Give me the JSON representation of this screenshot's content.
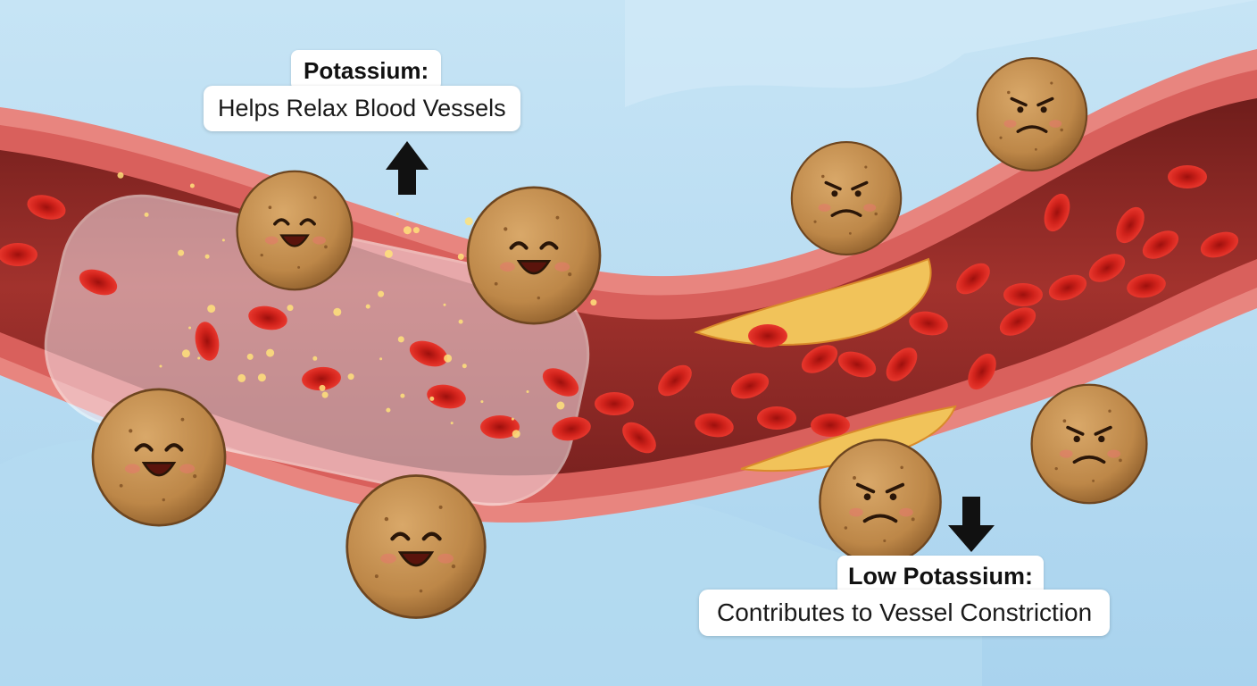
{
  "labels": {
    "potassium_title": "Potassium:",
    "potassium_desc": "Helps Relax Blood Vessels",
    "low_title": "Low Potassium:",
    "low_desc": "Contributes to Vessel Constriction"
  },
  "arrows": {
    "up": "up-arrow-icon",
    "down": "down-arrow-icon"
  },
  "potatoes": [
    {
      "mood": "happy"
    },
    {
      "mood": "happy"
    },
    {
      "mood": "happy"
    },
    {
      "mood": "happy"
    },
    {
      "mood": "angry"
    },
    {
      "mood": "angry"
    },
    {
      "mood": "angry"
    },
    {
      "mood": "angry"
    }
  ],
  "colors": {
    "sky": "#bcdff3",
    "vessel_wall": "#d9605c",
    "vessel_outer": "#e8857f",
    "lumen": "#8e2a26",
    "blood_cell": "#d8231d",
    "plaque": "#f1c35a",
    "potato": "#c08a4c",
    "arrow": "#111111"
  }
}
